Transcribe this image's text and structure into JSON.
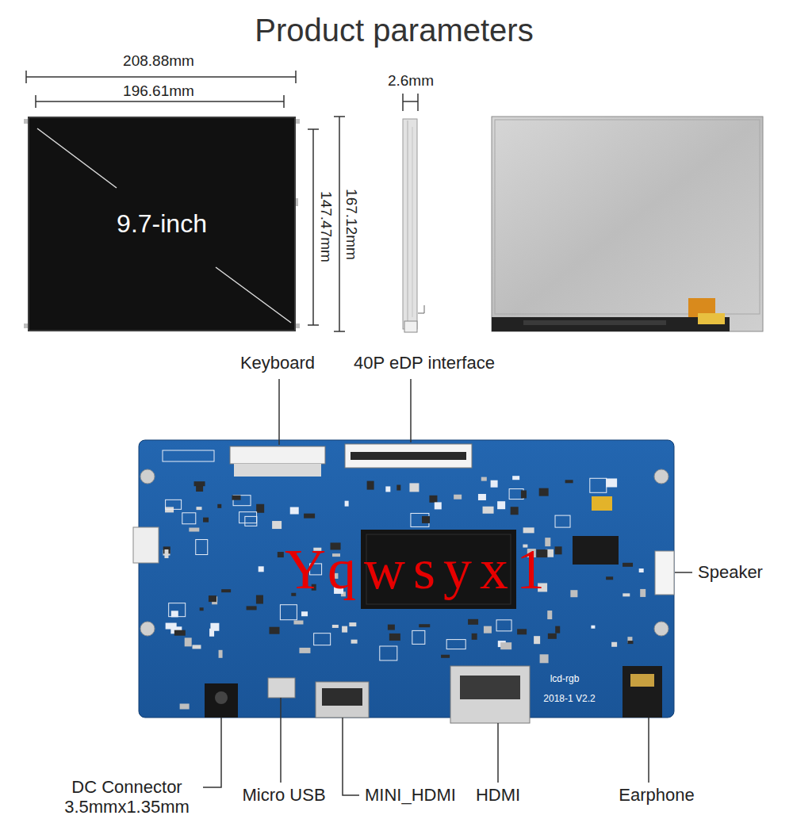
{
  "diagram": {
    "title": "Product parameters",
    "nodes": [
      {
        "text": [
          "9.7-inch"
        ]
      }
    ],
    "labels": [
      "208.88mm",
      "196.61mm",
      "2.6mm",
      "147.47mm",
      "167.12mm",
      "Keyboard",
      "40P eDP interface",
      "Speaker",
      "DC Connector 3.5mmx1.35mm",
      "Micro USB",
      "MINI_HDMI",
      "HDMI",
      "Earphone",
      "Yqwsyx1",
      "lcd-rgb",
      "2018-1 V2.2"
    ]
  }
}
